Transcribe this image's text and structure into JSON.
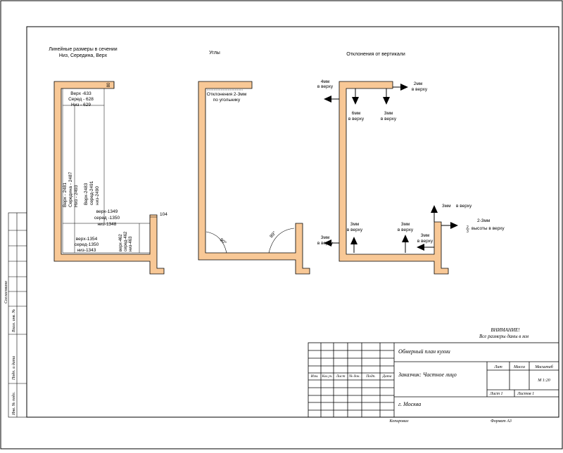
{
  "sections": {
    "linear_title_1": "Линейные размеры в сечении",
    "linear_title_2": "Низ, Середина, Верх",
    "angles_title": "Углы",
    "vertical_title": "Отклонения от вертикали"
  },
  "plan1": {
    "top_dims": [
      "Верх -633",
      "Серед - 628",
      "Низ - 629"
    ],
    "corner_dim": "80",
    "left_dims": [
      "Верх - 2481",
      "Середина - 2487",
      "Низ - 2493"
    ],
    "mid_dims": [
      "Верх-2483",
      "серед-2491",
      "низ-2490"
    ],
    "step_dims": [
      "верх-1349",
      "серед -1350",
      "низ-1348"
    ],
    "bottom_dims": [
      "верх-1354",
      "серед-1350",
      "низ-1343"
    ],
    "right_dims": [
      "верх-462",
      "серед-462",
      "низ-463"
    ],
    "small_dim": "104"
  },
  "plan2": {
    "deviation_label_1": "Отклонения 2-3мм",
    "deviation_label_2": "по угольнику",
    "angle_left": "90°",
    "angle_right": "89°"
  },
  "plan3": {
    "labels": [
      [
        "4мм",
        "в верху"
      ],
      [
        "2мм",
        "в верху"
      ],
      [
        "6мм",
        "в верху"
      ],
      [
        "3мм",
        "в верху"
      ],
      [
        "3мм",
        "в верху"
      ],
      [
        "3мм",
        "в верху"
      ],
      [
        "3мм",
        "в верху"
      ],
      [
        "3мм",
        "в верху"
      ],
      [
        "3мм",
        "в верху"
      ],
      [
        "2-3мм",
        "высоты в верху"
      ]
    ],
    "fraction_num": "2",
    "fraction_den": "3"
  },
  "side_stamp": {
    "labels": [
      "Согласовано",
      "Взам. инв. №",
      "Подп. и дата",
      "Инв. № подл."
    ]
  },
  "note": {
    "line1": "ВНИМАНИЕ!",
    "line2": "Все размеры даны в мм"
  },
  "title_block": {
    "title": "Обмерный план кухни",
    "customer": "Заказчик: Частное лицо",
    "city": "г. Москва",
    "col_headers": [
      "Изм.",
      "Кол.уч.",
      "Лист",
      "№ док.",
      "Подп.",
      "Дата"
    ],
    "lit_header": "Лит",
    "mass_header": "Масса",
    "scale_header": "Масштаб",
    "scale_value": "М 1:20",
    "sheet": "Лист 1",
    "sheets": "Листов 1",
    "copied": "Копировал",
    "format": "Формат А3"
  },
  "colors": {
    "wall_fill": "#f8c896",
    "line": "#000000"
  }
}
